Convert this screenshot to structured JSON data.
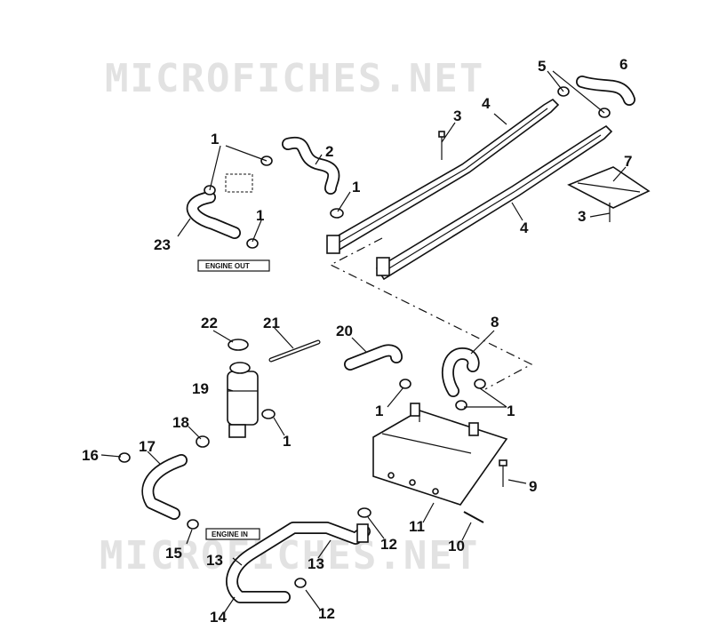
{
  "watermark": {
    "top": "MICROFICHES.NET",
    "bottom": "MICROFICHES.NET"
  },
  "labels": {
    "engine_out": "ENGINE OUT",
    "engine_in": "ENGINE IN"
  },
  "callouts": {
    "c1": "1",
    "c2": "2",
    "c3": "3",
    "c4": "4",
    "c5": "5",
    "c6": "6",
    "c7": "7",
    "c8": "8",
    "c9": "9",
    "c10": "10",
    "c11": "11",
    "c12": "12",
    "c13": "13",
    "c14": "14",
    "c15": "15",
    "c16": "16",
    "c17": "17",
    "c18": "18",
    "c19": "19",
    "c20": "20",
    "c21": "21",
    "c22": "22",
    "c23": "23"
  }
}
